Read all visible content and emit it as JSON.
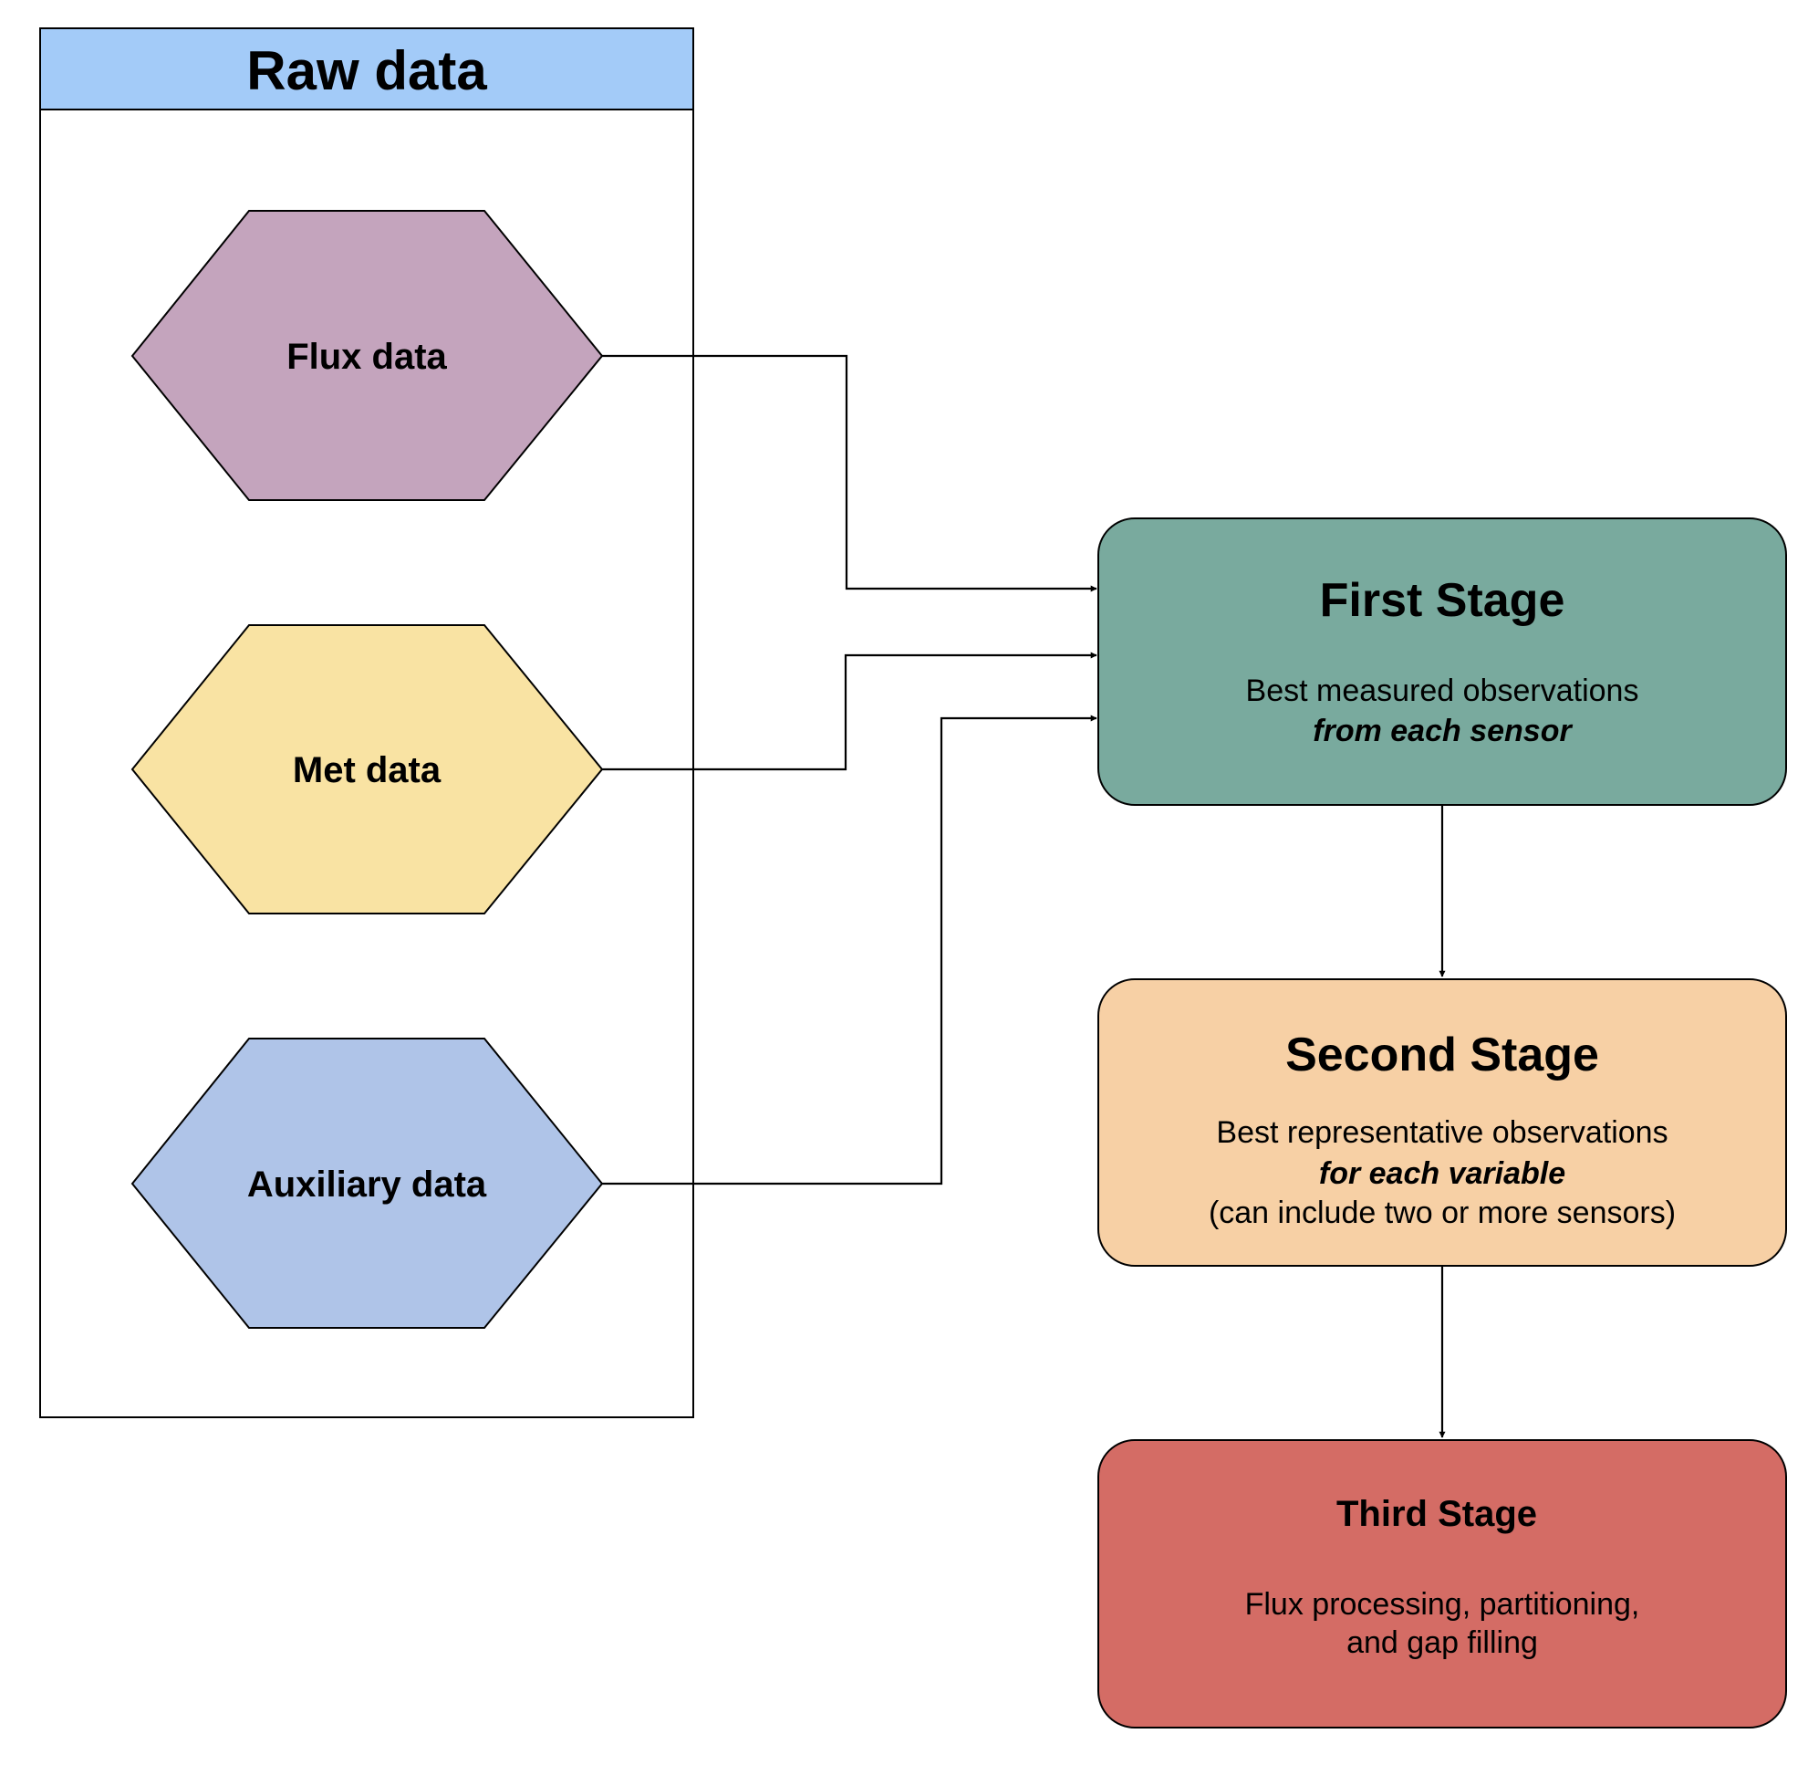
{
  "raw_data": {
    "title": "Raw data",
    "title_fill": "#a3cbf8",
    "inputs": [
      {
        "label": "Flux data",
        "fill": "#c4a4bd"
      },
      {
        "label": "Met data",
        "fill": "#f9e3a3"
      },
      {
        "label": "Auxiliary data",
        "fill": "#afc4e8"
      }
    ]
  },
  "stages": {
    "first": {
      "title": "First Stage",
      "line1": "Best measured observations",
      "line2": "from each sensor",
      "fill": "#79aa9e"
    },
    "second": {
      "title": "Second Stage",
      "line1": "Best representative observations",
      "line2": "for each variable",
      "line3": "(can include two or more sensors)",
      "fill": "#f7d0a5"
    },
    "third": {
      "title": "Third Stage",
      "line1": "Flux processing, partitioning,",
      "line2": "and gap filling",
      "fill": "#d46c65"
    }
  }
}
